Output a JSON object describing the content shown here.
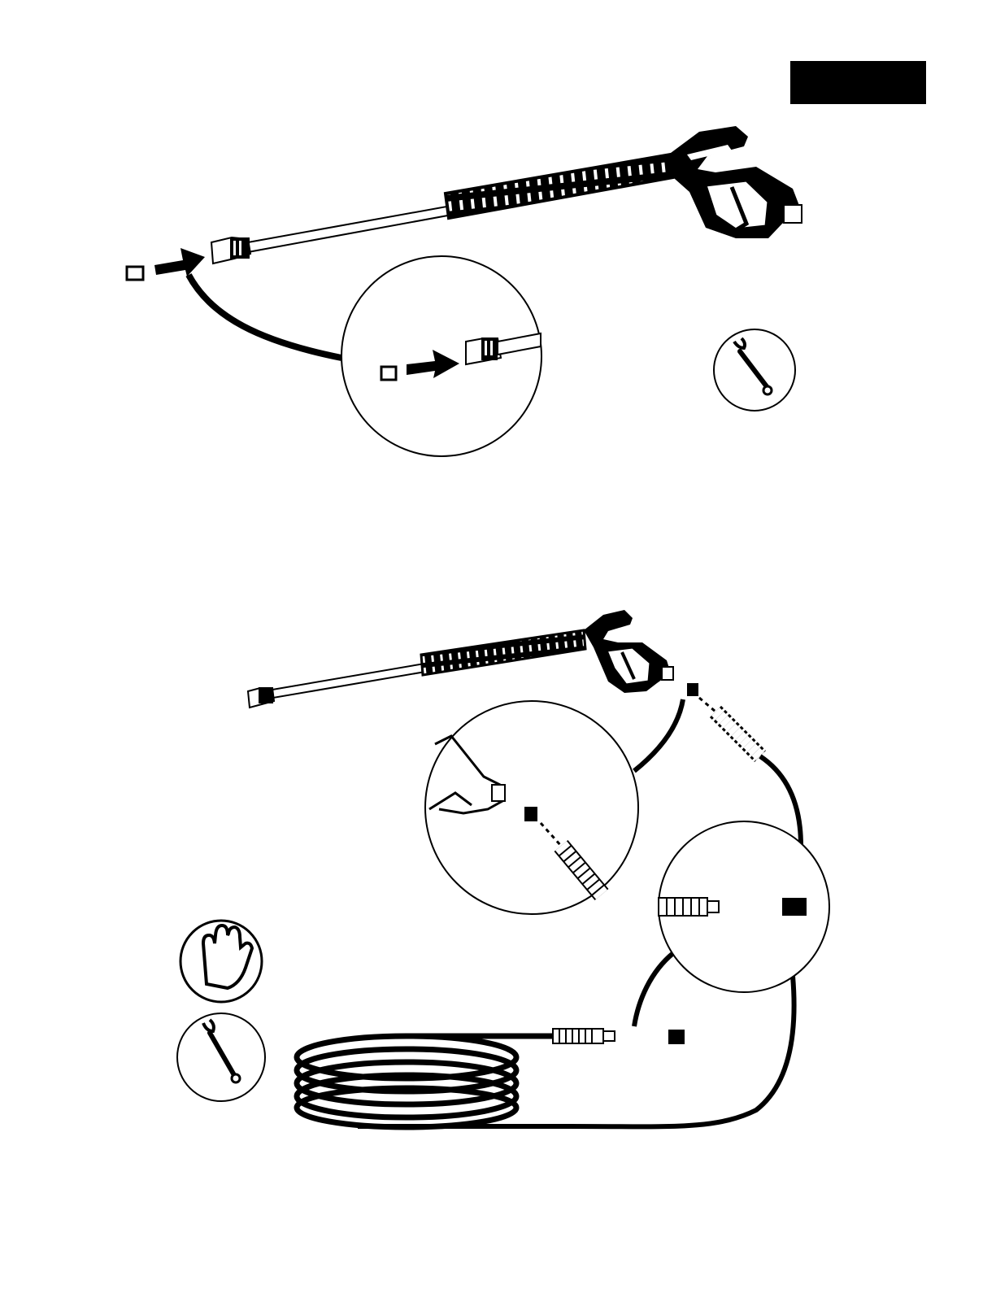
{
  "page": {
    "background": "#ffffff",
    "ink": "#000000",
    "tab_block_color": "#000000"
  },
  "figures": [
    {
      "id": "nozzle-attach",
      "subject": "spray-gun-with-lance",
      "callout": "nozzle-insert-zoom",
      "tool_icon": "wrench-icon"
    },
    {
      "id": "hose-attach",
      "subject": "spray-gun-with-lance",
      "callouts": [
        "gun-hose-coupling-zoom",
        "hose-end-coupling-zoom"
      ],
      "safety_icons": [
        "stop-hand-icon",
        "wrench-icon"
      ]
    }
  ]
}
